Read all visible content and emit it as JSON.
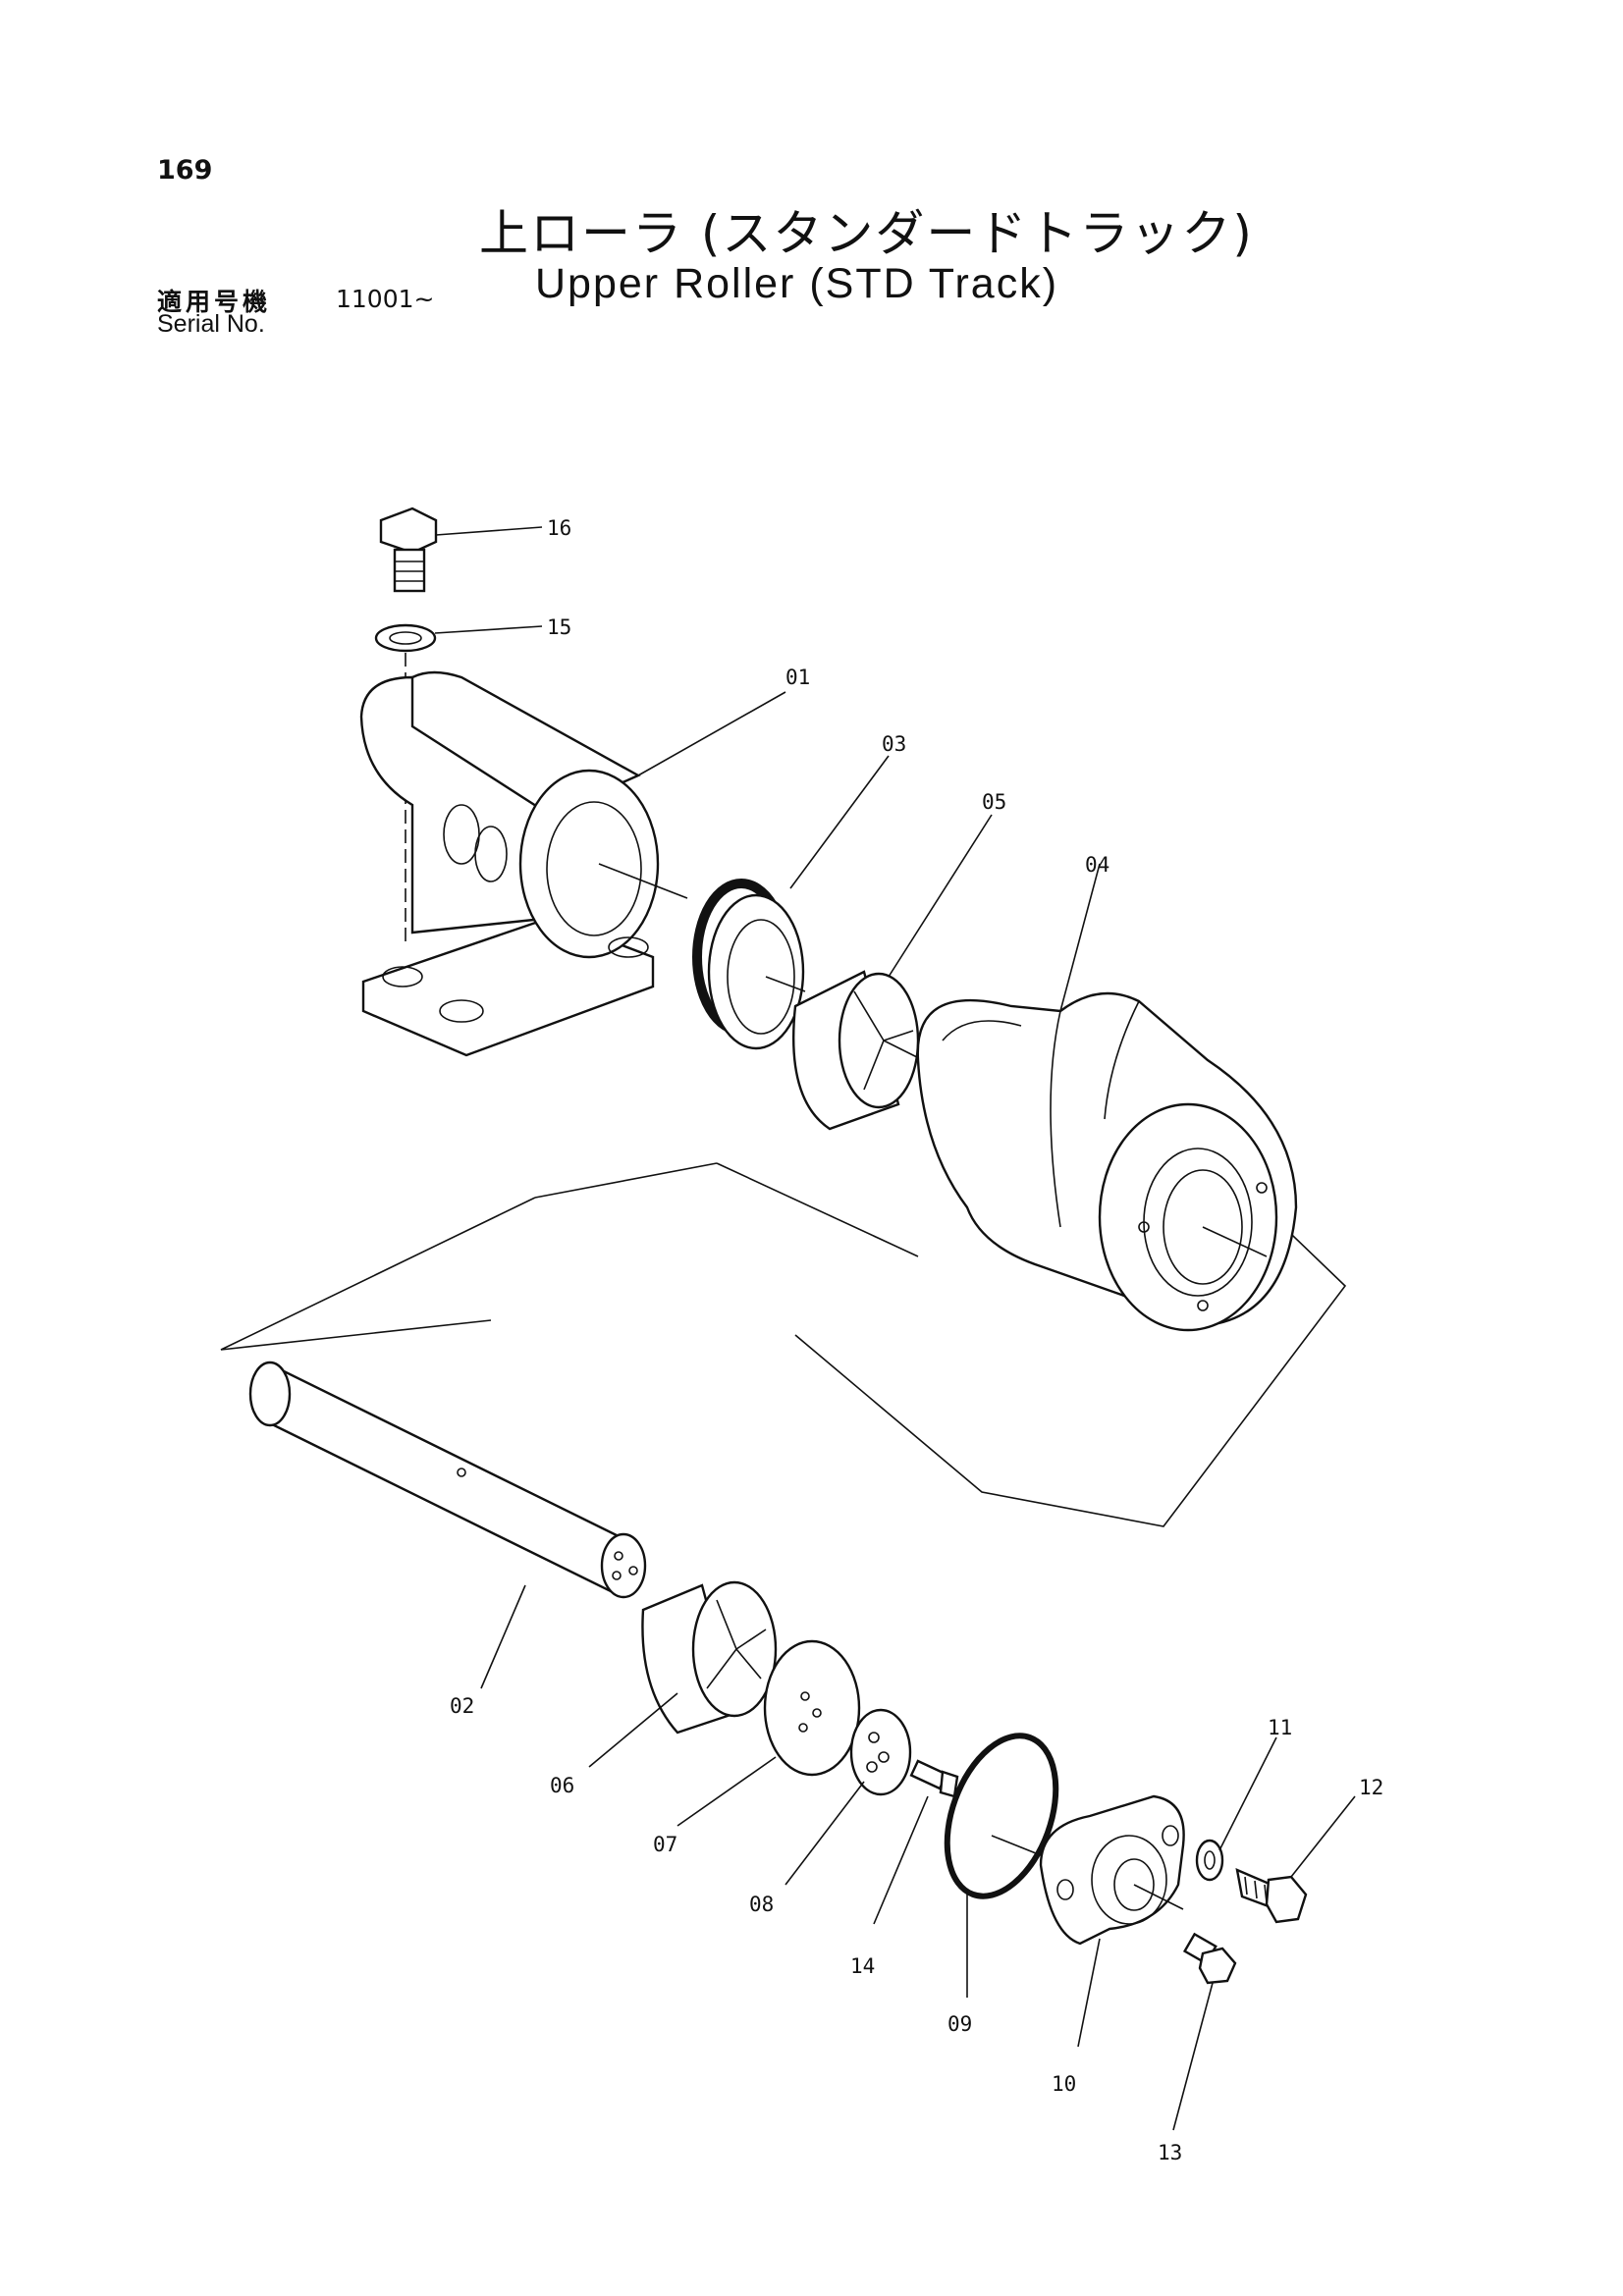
{
  "header": {
    "page_number": "169",
    "title_jp": "上ローラ (スタンダードトラック)",
    "title_en": "Upper Roller (STD Track)",
    "serial_label_jp": "適用号機",
    "serial_value": "11001~",
    "serial_label_en": "Serial No."
  },
  "callouts": {
    "p01": "01",
    "p02": "02",
    "p03": "03",
    "p04": "04",
    "p05": "05",
    "p06": "06",
    "p07": "07",
    "p08": "08",
    "p09": "09",
    "p10": "10",
    "p11": "11",
    "p12": "12",
    "p13": "13",
    "p14": "14",
    "p15": "15",
    "p16": "16"
  }
}
